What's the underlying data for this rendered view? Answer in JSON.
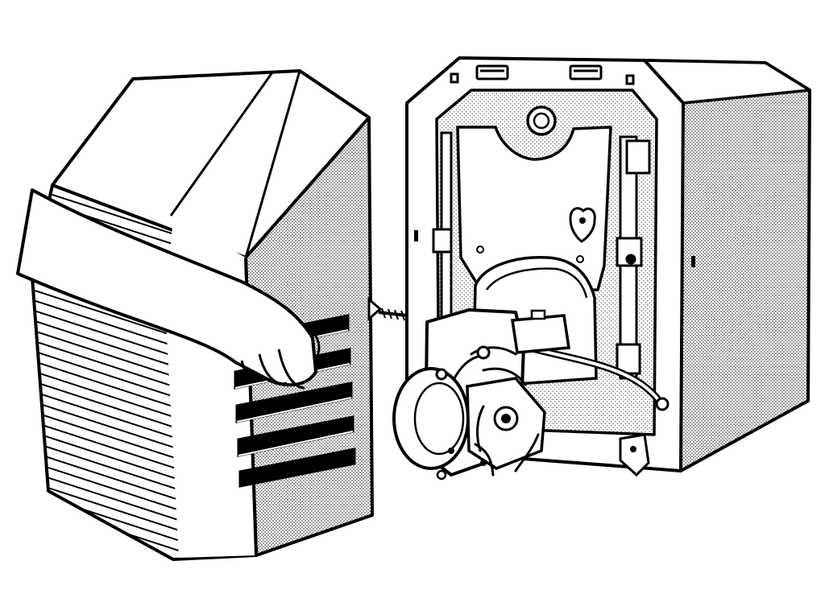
{
  "illustration": {
    "kind": "line-drawing",
    "colors": {
      "ink": "#000000",
      "paper": "#ffffff",
      "stipple": "#6a6a6a"
    },
    "parts": [
      "removed-front-casing",
      "hand-holding-casing",
      "fixing-screw",
      "boiler-unit",
      "oil-burner-assembly"
    ]
  }
}
